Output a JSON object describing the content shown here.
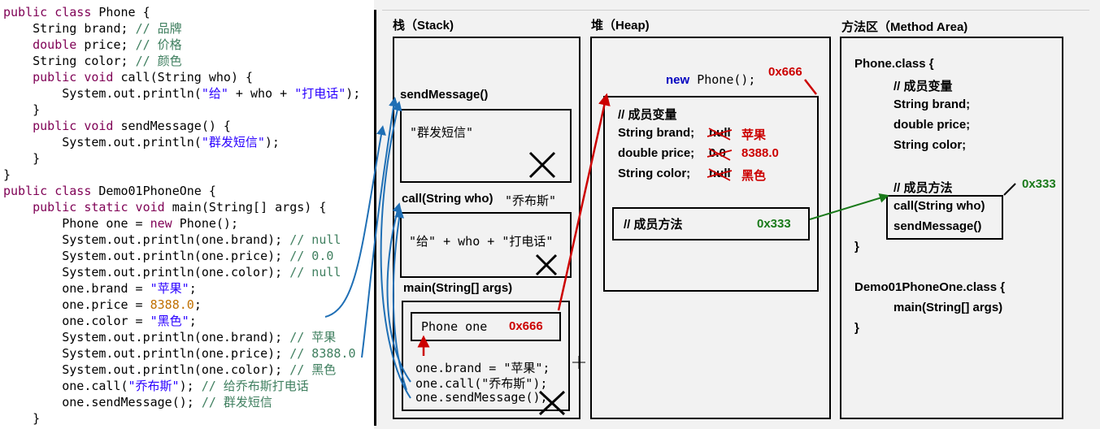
{
  "code": {
    "lines": [
      [
        {
          "t": "public class ",
          "c": "kw"
        },
        {
          "t": "Phone {",
          "c": ""
        }
      ],
      [
        {
          "t": "    String brand; ",
          "c": ""
        },
        {
          "t": "// 品牌",
          "c": "cmt"
        }
      ],
      [
        {
          "t": "    double",
          "c": "kw"
        },
        {
          "t": " price; ",
          "c": ""
        },
        {
          "t": "// 价格",
          "c": "cmt"
        }
      ],
      [
        {
          "t": "    String color; ",
          "c": ""
        },
        {
          "t": "// 颜色",
          "c": "cmt"
        }
      ],
      [
        {
          "t": "    public void ",
          "c": "kw"
        },
        {
          "t": "call(String who) {",
          "c": ""
        }
      ],
      [
        {
          "t": "        System.out.println(",
          "c": ""
        },
        {
          "t": "\"给\"",
          "c": "str"
        },
        {
          "t": " + who + ",
          "c": ""
        },
        {
          "t": "\"打电话\"",
          "c": "str"
        },
        {
          "t": ");",
          "c": ""
        }
      ],
      [
        {
          "t": "    }",
          "c": ""
        }
      ],
      [
        {
          "t": "    public void ",
          "c": "kw"
        },
        {
          "t": "sendMessage() {",
          "c": ""
        }
      ],
      [
        {
          "t": "        System.out.println(",
          "c": ""
        },
        {
          "t": "\"群发短信\"",
          "c": "str"
        },
        {
          "t": ");",
          "c": ""
        }
      ],
      [
        {
          "t": "    }",
          "c": ""
        }
      ],
      [
        {
          "t": "}",
          "c": ""
        }
      ],
      [
        {
          "t": "public class ",
          "c": "kw"
        },
        {
          "t": "Demo01PhoneOne {",
          "c": ""
        }
      ],
      [
        {
          "t": "    public static void ",
          "c": "kw"
        },
        {
          "t": "main(String[] args) {",
          "c": ""
        }
      ],
      [
        {
          "t": "        Phone one = ",
          "c": ""
        },
        {
          "t": "new",
          "c": "kw"
        },
        {
          "t": " Phone();",
          "c": ""
        }
      ],
      [
        {
          "t": "        System.out.println(one.brand); ",
          "c": ""
        },
        {
          "t": "// null",
          "c": "cmt"
        }
      ],
      [
        {
          "t": "        System.out.println(one.price); ",
          "c": ""
        },
        {
          "t": "// 0.0",
          "c": "cmt"
        }
      ],
      [
        {
          "t": "        System.out.println(one.color); ",
          "c": ""
        },
        {
          "t": "// null",
          "c": "cmt"
        }
      ],
      [
        {
          "t": "        one.brand = ",
          "c": ""
        },
        {
          "t": "\"苹果\"",
          "c": "str"
        },
        {
          "t": ";",
          "c": ""
        }
      ],
      [
        {
          "t": "        one.price = ",
          "c": ""
        },
        {
          "t": "8388.0",
          "c": "num"
        },
        {
          "t": ";",
          "c": ""
        }
      ],
      [
        {
          "t": "        one.color = ",
          "c": ""
        },
        {
          "t": "\"黑色\"",
          "c": "str"
        },
        {
          "t": ";",
          "c": ""
        }
      ],
      [
        {
          "t": "        System.out.println(one.brand); ",
          "c": ""
        },
        {
          "t": "// 苹果",
          "c": "cmt"
        }
      ],
      [
        {
          "t": "        System.out.println(one.price); ",
          "c": ""
        },
        {
          "t": "// 8388.0",
          "c": "cmt"
        }
      ],
      [
        {
          "t": "        System.out.println(one.color); ",
          "c": ""
        },
        {
          "t": "// 黑色",
          "c": "cmt"
        }
      ],
      [
        {
          "t": "        one.call(",
          "c": ""
        },
        {
          "t": "\"乔布斯\"",
          "c": "str"
        },
        {
          "t": "); ",
          "c": ""
        },
        {
          "t": "// 给乔布斯打电话",
          "c": "cmt"
        }
      ],
      [
        {
          "t": "        one.sendMessage(); ",
          "c": ""
        },
        {
          "t": "// 群发短信",
          "c": "cmt"
        }
      ],
      [
        {
          "t": "    }",
          "c": ""
        }
      ]
    ]
  },
  "stack": {
    "title": "栈（Stack)",
    "send_frame_label": "sendMessage()",
    "send_body": "\"群发短信\"",
    "call_frame_label": "call(String who)",
    "call_arg": "\"乔布斯\"",
    "call_body": "\"给\" + who + \"打电话\"",
    "main_frame_label": "main(String[] args)",
    "phone_var": "Phone one",
    "phone_addr": "0x666",
    "stmt_brand": "one.brand = \"苹果\";",
    "stmt_call": "one.call(\"乔布斯\");",
    "stmt_send": "one.sendMessage();"
  },
  "heap": {
    "title": "堆（Heap)",
    "new_kw": "new",
    "new_rest": " Phone();",
    "addr": "0x666",
    "fields_title": "// 成员变量",
    "brand_label": "String brand;",
    "brand_old": "null",
    "brand_new": "苹果",
    "price_label": "double price;",
    "price_old": "0.0",
    "price_new": "8388.0",
    "color_label": "String color;",
    "color_old": "null",
    "color_new": "黑色",
    "methods_title": "// 成员方法",
    "methods_addr": "0x333"
  },
  "method_area": {
    "title": "方法区（Method Area)",
    "phone_class": "Phone.class {",
    "fields_title": "// 成员变量",
    "f1": "String brand;",
    "f2": "double price;",
    "f3": "String color;",
    "methods_title": "// 成员方法",
    "methods_addr": "0x333",
    "m1": "call(String who)",
    "m2": "sendMessage()",
    "close1": "}",
    "demo_class": "Demo01PhoneOne.class {",
    "main_method": "main(String[] args)",
    "close2": "}"
  },
  "colors": {
    "red": "#cc0000",
    "green": "#1a7a1a",
    "blue": "#1f6fb5"
  }
}
